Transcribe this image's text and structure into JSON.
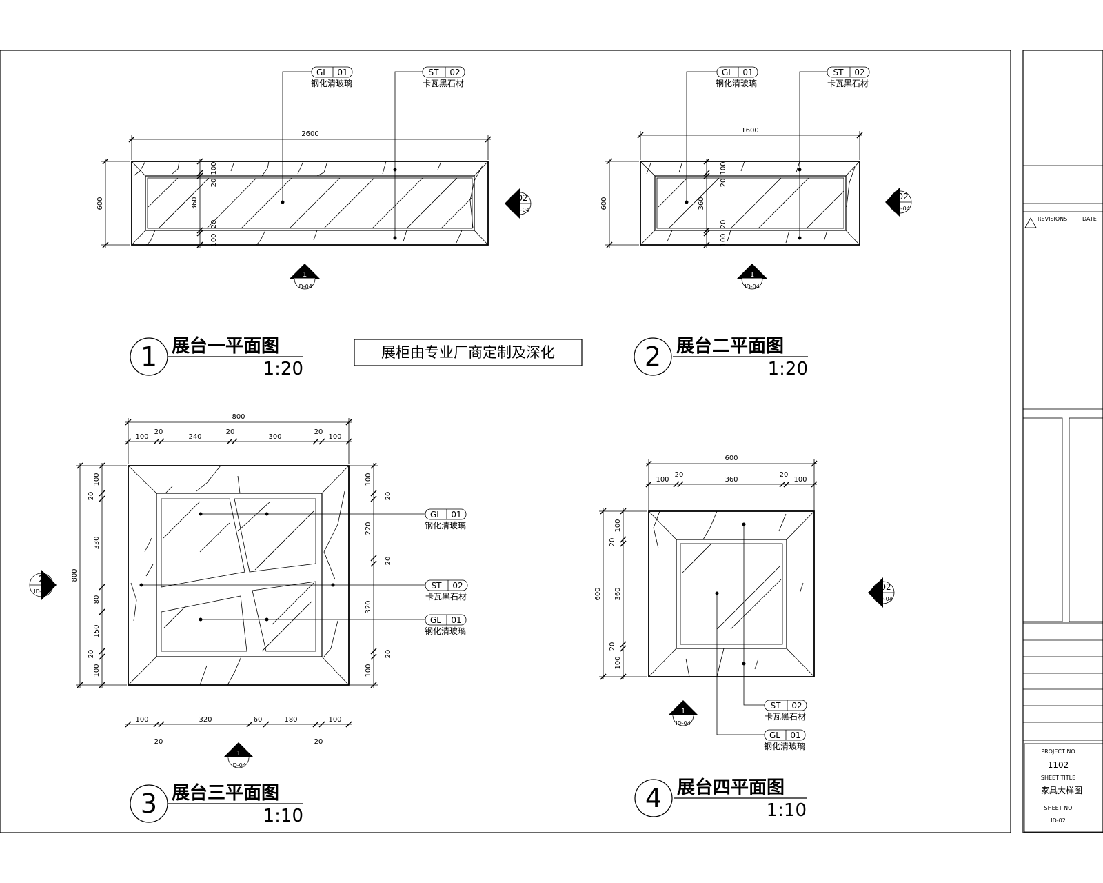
{
  "drawings": [
    {
      "num": "1",
      "title": "展台一平面图",
      "scale": "1:20"
    },
    {
      "num": "2",
      "title": "展台二平面图",
      "scale": "1:20"
    },
    {
      "num": "3",
      "title": "展台三平面图",
      "scale": "1:10"
    },
    {
      "num": "4",
      "title": "展台四平面图",
      "scale": "1:10"
    }
  ],
  "note": "展柜由专业厂商定制及深化",
  "materials": {
    "glass": {
      "code": "GL",
      "num": "01",
      "name": "钢化清玻璃"
    },
    "stone": {
      "code": "ST",
      "num": "02",
      "name": "卡瓦黑石材"
    }
  },
  "section_marks": {
    "ref": "ID-04",
    "a": "1",
    "b": "2",
    "c": "02"
  },
  "dims1": {
    "length": "2600",
    "depth": "600",
    "a": "100",
    "b": "20",
    "c": "360",
    "d": "20",
    "e": "100"
  },
  "dims2": {
    "length": "1600",
    "depth": "600",
    "a": "100",
    "b": "20",
    "c": "360",
    "d": "20",
    "e": "100"
  },
  "dims3": {
    "top_total": "800",
    "top": [
      "100",
      "20",
      "240",
      "20",
      "300",
      "20",
      "100"
    ],
    "bottom": [
      "100",
      "20",
      "320",
      "60",
      "180",
      "20",
      "100"
    ],
    "left_total": "800",
    "left": [
      "100",
      "20",
      "330",
      "80",
      "150",
      "20",
      "100"
    ],
    "right": [
      "100",
      "20",
      "220",
      "20",
      "320",
      "20",
      "100"
    ]
  },
  "dims4": {
    "top_total": "600",
    "top": [
      "100",
      "20",
      "360",
      "20",
      "100"
    ],
    "left_total": "600",
    "left": [
      "100",
      "20",
      "360",
      "20",
      "100"
    ]
  },
  "titleblock": {
    "revisions": "REVISIONS",
    "date": "DATE",
    "project_no_label": "PROJECT NO",
    "project_no": "1102",
    "sheet_title_label": "SHEET TITLE",
    "sheet_title": "家具大样图",
    "sheet_no_label": "SHEET NO",
    "sheet_no": "ID-02"
  }
}
